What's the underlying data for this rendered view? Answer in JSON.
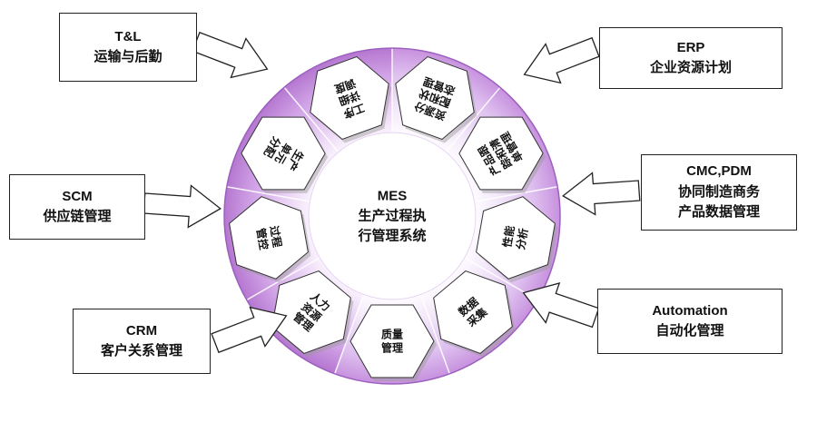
{
  "center": {
    "lines": [
      "MES",
      "生产过程执",
      "行管理系统"
    ]
  },
  "wheel_functions": [
    {
      "name": "detailed-scheduling",
      "lines": [
        "工序",
        "详细",
        "调度"
      ]
    },
    {
      "name": "resource-allocation",
      "lines": [
        "资源分",
        "配和状",
        "态管理"
      ]
    },
    {
      "name": "product-tracking",
      "lines": [
        "产品跟",
        "踪和清",
        "单管理"
      ]
    },
    {
      "name": "performance-analysis",
      "lines": [
        "性能",
        "分析"
      ]
    },
    {
      "name": "data-collection",
      "lines": [
        "数据",
        "采集"
      ]
    },
    {
      "name": "quality-management",
      "lines": [
        "质量",
        "管理"
      ]
    },
    {
      "name": "labor-management",
      "lines": [
        "人力",
        "资源",
        "管理"
      ]
    },
    {
      "name": "process-management",
      "lines": [
        "过程",
        "管控"
      ]
    },
    {
      "name": "dispatching-units",
      "lines": [
        "生产",
        "单元",
        "分配"
      ]
    }
  ],
  "external_systems": [
    {
      "name": "tl",
      "lines": [
        "T&L",
        "运输与后勤"
      ]
    },
    {
      "name": "erp",
      "lines": [
        "ERP",
        "企业资源计划"
      ]
    },
    {
      "name": "scm",
      "lines": [
        "SCM",
        "供应链管理"
      ]
    },
    {
      "name": "cmc-pdm",
      "lines": [
        "CMC,PDM",
        "协同制造商务",
        "产品数据管理"
      ]
    },
    {
      "name": "crm",
      "lines": [
        "CRM",
        "客户关系管理"
      ]
    },
    {
      "name": "automation",
      "lines": [
        "Automation",
        "自动化管理"
      ]
    }
  ],
  "colors": {
    "ring_light_outer": "#c791de",
    "ring_dark_outer": "#b577d0",
    "ring_inner_fade": "#fdfaff",
    "wheel_outline": "#9c5fbf",
    "hexagon_fill": "#ffffff",
    "hexagon_border": "#333333",
    "box_border": "#222222",
    "text": "#111111"
  }
}
